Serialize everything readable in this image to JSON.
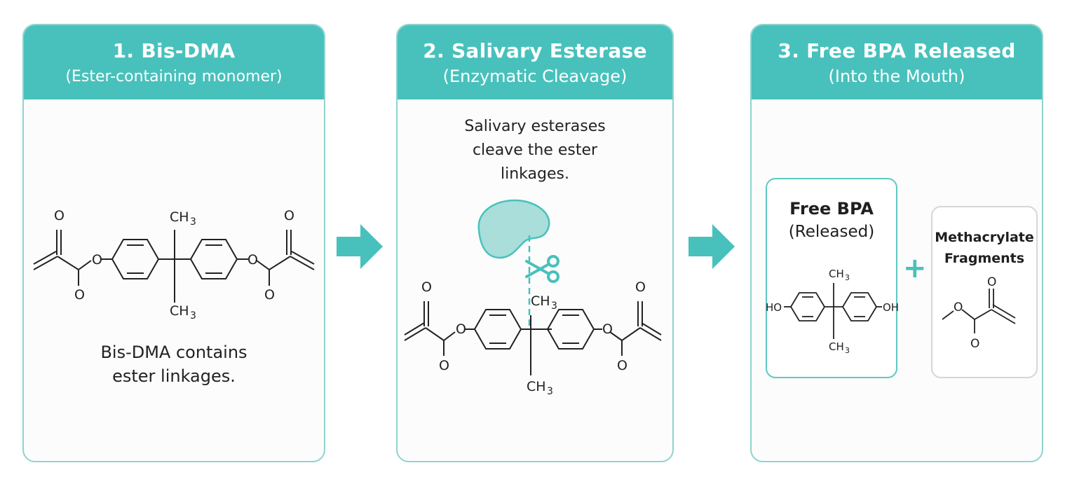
{
  "panels": [
    {
      "title": "1. Bis-DMA",
      "subtitle": "(Ester-containing monomer)",
      "caption_line1": "Bis-DMA contains",
      "caption_line2": "ester linkages."
    },
    {
      "title": "2. Salivary Esterase",
      "subtitle": "(Enzymatic Cleavage)",
      "caption_line1": "Salivary esterases",
      "caption_line2": "cleave the ester",
      "caption_line3": "linkages."
    },
    {
      "title": "3. Free BPA Released",
      "subtitle": "(Into the Mouth)"
    }
  ],
  "bpa_box": {
    "title": "Free BPA",
    "subtitle": "(Released)"
  },
  "meth_box": {
    "title_line1": "Methacrylate",
    "title_line2": "Fragments"
  },
  "chem_labels": {
    "O": "O",
    "CH3": "CH",
    "sub3": "3",
    "HO": "HO",
    "OH": "OH"
  },
  "plus_sign": "+",
  "colors": {
    "accent": "#48c1bc",
    "border": "#8fd3cf",
    "enzyme": "#a9dedb",
    "neutral_border": "#d6d6d6"
  },
  "icons": [
    "arrow-right-icon",
    "enzyme-icon",
    "scissors-icon"
  ]
}
